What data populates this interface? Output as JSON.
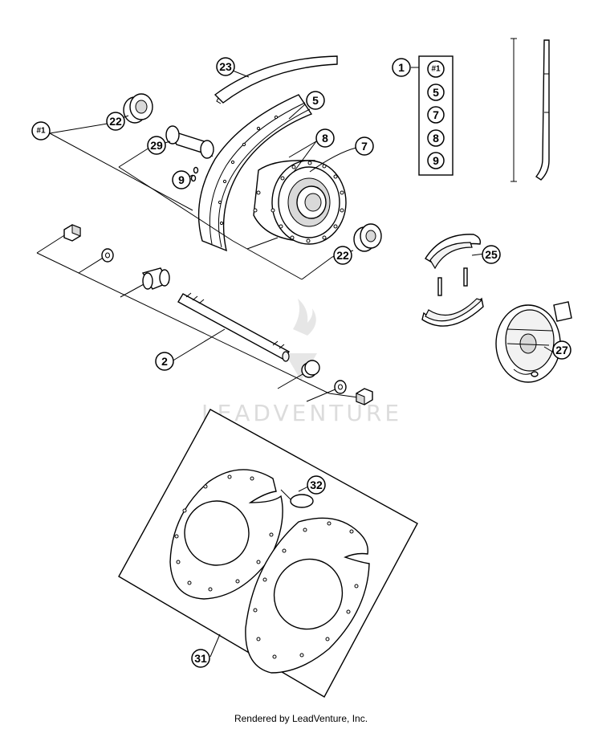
{
  "watermark": "LEADVENTURE",
  "footer": "Rendered by LeadVenture, Inc.",
  "callouts": {
    "c1": "1",
    "c2": "2",
    "c5": "5",
    "c7": "7",
    "c8": "8",
    "c9": "9",
    "c22a": "22",
    "c22b": "22",
    "c23": "23",
    "c25": "25",
    "c27": "27",
    "c29": "29",
    "c31": "31",
    "c32": "32",
    "cRef1": "#1"
  },
  "kit_list": [
    "#1",
    "5",
    "7",
    "8",
    "9"
  ]
}
